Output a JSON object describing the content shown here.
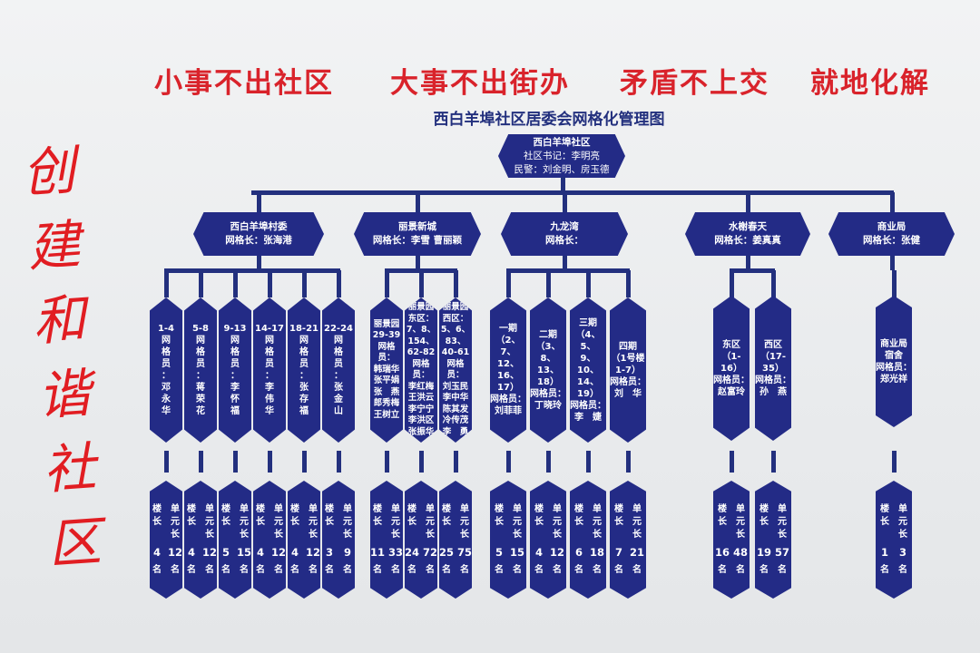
{
  "slogans": [
    "小事不出社区",
    "大事不出街办",
    "矛盾不上交",
    "就地化解"
  ],
  "calligraphy": [
    "创",
    "建",
    "和",
    "谐",
    "社",
    "区"
  ],
  "title": "西白羊埠社区居委会网格化管理图",
  "colors": {
    "navy": "#232b86",
    "slogan_red": "#d9232b",
    "line": "#23307e"
  },
  "root": {
    "name": "西白羊埠社区",
    "secretary": "社区书记：李明亮",
    "police": "民警：刘金明、房玉德"
  },
  "count_labels": {
    "building": "楼\n长",
    "unit": "单\n元\n长",
    "suffix": "名"
  },
  "groups": [
    {
      "name": "西白羊埠村委",
      "leader": "网格长：张海港",
      "leaves": [
        {
          "text": "1-4\n网\n格\n员\n：\n邓\n永\n华",
          "building": 4,
          "unit": 12
        },
        {
          "text": "5-8\n网\n格\n员\n：\n蒋\n荣\n花",
          "building": 4,
          "unit": 12
        },
        {
          "text": "9-13\n网\n格\n员\n：\n李\n怀\n福",
          "building": 5,
          "unit": 15
        },
        {
          "text": "14-17\n网\n格\n员\n：\n李\n伟\n华",
          "building": 4,
          "unit": 12
        },
        {
          "text": "18-21\n网\n格\n员\n：\n张\n存\n福",
          "building": 4,
          "unit": 12
        },
        {
          "text": "22-24\n网\n格\n员\n：\n张\n金\n山",
          "building": 3,
          "unit": 9
        }
      ]
    },
    {
      "name": "丽景新城",
      "leader": "网格长：李雪 曹丽颖",
      "leaves": [
        {
          "text": "丽景园\n29-39\n网格员：\n韩瑞华\n张平娟\n张　燕\n郎秀梅\n王树立",
          "building": 11,
          "unit": 33
        },
        {
          "text": "丽景园\n东区：\n7、8、\n154、\n62-82\n网格员：\n李红梅\n王洪云\n李宁宁\n李洪区\n张振华",
          "building": 24,
          "unit": 72
        },
        {
          "text": "丽景园\n西区：\n5、6、\n83、\n40-61\n网格员：\n刘玉民\n李中华\n陈其发\n冷传茂\n李　勇",
          "building": 25,
          "unit": 75
        }
      ]
    },
    {
      "name": "九龙湾",
      "leader": "网格长：",
      "leaves": [
        {
          "text": "一期\n（2、7、\n12、16、\n17）\n网格员：\n刘菲菲",
          "building": 5,
          "unit": 15
        },
        {
          "text": "二期\n（3、8、\n13、18）\n网格员：\n丁晓玲",
          "building": 4,
          "unit": 12
        },
        {
          "text": "三期\n（4、5、\n9、10、\n14、19）\n网格员：\n李　婕",
          "building": 6,
          "unit": 18
        },
        {
          "text": "四期\n（1号楼\n1-7）\n网格员：\n刘　华",
          "building": 7,
          "unit": 21
        }
      ]
    },
    {
      "name": "水榭春天",
      "leader": "网格长：姜真真",
      "leaves": [
        {
          "text": "东区\n（1-16）\n网格员：\n赵富玲",
          "building": 16,
          "unit": 48
        },
        {
          "text": "西区\n（17-35）\n网格员：\n孙　燕",
          "building": 19,
          "unit": 57
        }
      ]
    },
    {
      "name": "商业局",
      "leader": "网格长：张健",
      "leaves": [
        {
          "text": "商业局\n宿舍\n网格员：\n郑光祥",
          "building": 1,
          "unit": 3
        }
      ]
    }
  ]
}
